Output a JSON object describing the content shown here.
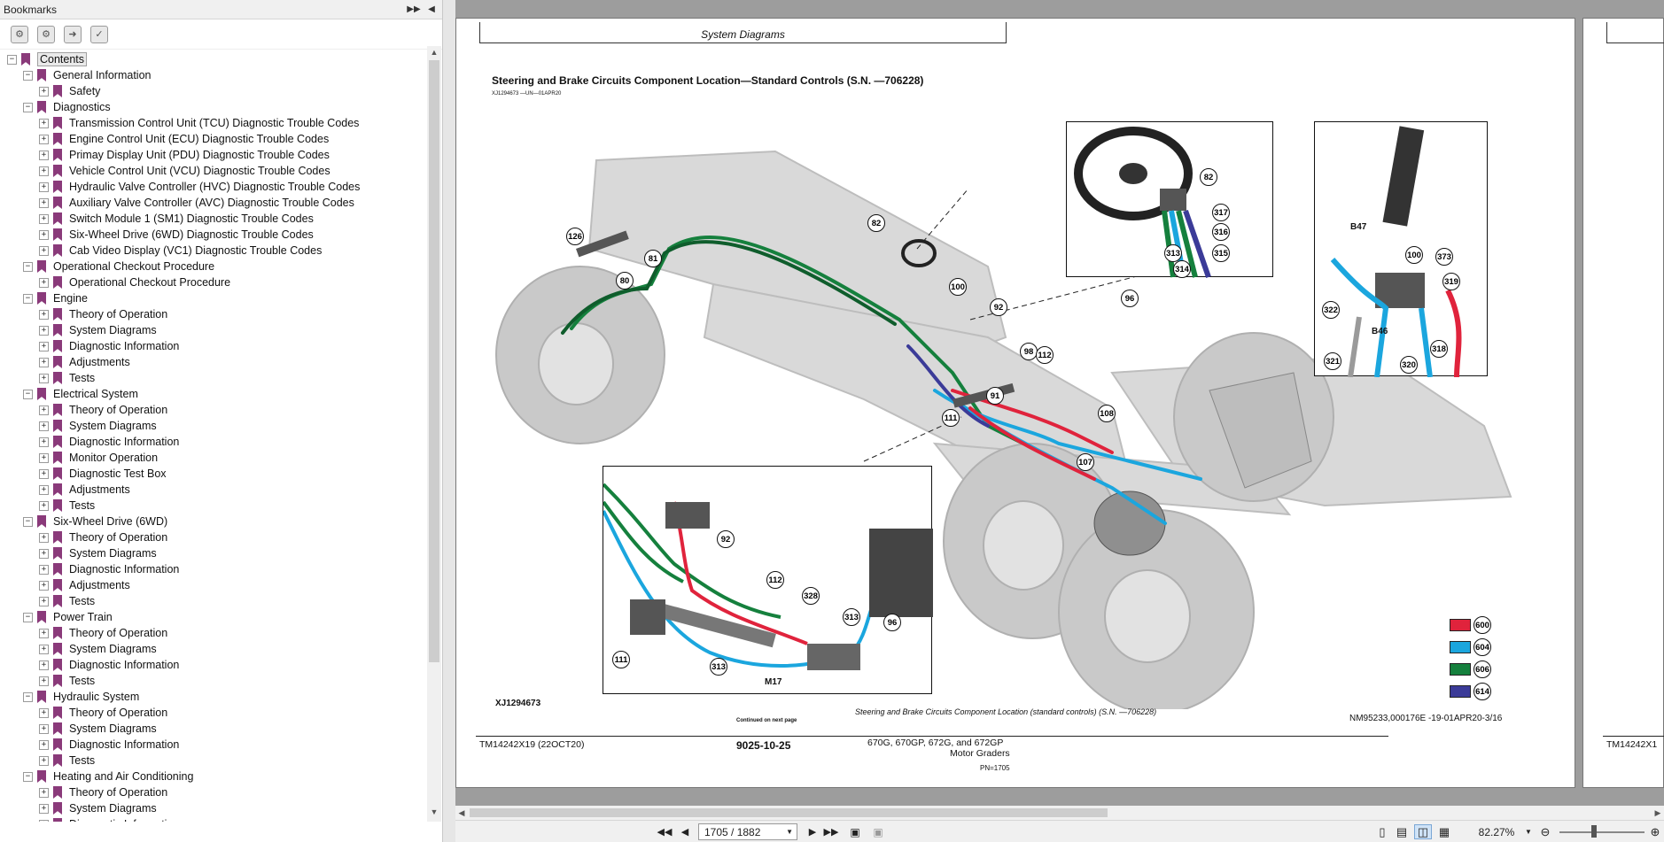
{
  "bookmarks": {
    "title": "Bookmarks",
    "root": "Contents",
    "items": [
      {
        "level": 1,
        "label": "General Information"
      },
      {
        "level": 2,
        "label": "Safety"
      },
      {
        "level": 1,
        "label": "Diagnostics"
      },
      {
        "level": 2,
        "label": "Transmission Control Unit (TCU) Diagnostic Trouble Codes"
      },
      {
        "level": 2,
        "label": "Engine Control Unit (ECU) Diagnostic Trouble Codes"
      },
      {
        "level": 2,
        "label": "Primay Display Unit (PDU) Diagnostic Trouble Codes"
      },
      {
        "level": 2,
        "label": "Vehicle Control Unit (VCU) Diagnostic Trouble Codes"
      },
      {
        "level": 2,
        "label": "Hydraulic Valve Controller (HVC) Diagnostic Trouble Codes"
      },
      {
        "level": 2,
        "label": "Auxiliary Valve Controller (AVC) Diagnostic Trouble Codes"
      },
      {
        "level": 2,
        "label": "Switch Module 1 (SM1) Diagnostic Trouble Codes"
      },
      {
        "level": 2,
        "label": "Six-Wheel Drive (6WD) Diagnostic Trouble Codes"
      },
      {
        "level": 2,
        "label": "Cab Video Display (VC1) Diagnostic Trouble Codes"
      },
      {
        "level": 1,
        "label": "Operational Checkout Procedure"
      },
      {
        "level": 2,
        "label": "Operational Checkout Procedure"
      },
      {
        "level": 1,
        "label": "Engine"
      },
      {
        "level": 2,
        "label": "Theory of Operation"
      },
      {
        "level": 2,
        "label": "System Diagrams"
      },
      {
        "level": 2,
        "label": "Diagnostic Information"
      },
      {
        "level": 2,
        "label": "Adjustments"
      },
      {
        "level": 2,
        "label": "Tests"
      },
      {
        "level": 1,
        "label": "Electrical System"
      },
      {
        "level": 2,
        "label": "Theory of Operation"
      },
      {
        "level": 2,
        "label": "System Diagrams"
      },
      {
        "level": 2,
        "label": "Diagnostic Information"
      },
      {
        "level": 2,
        "label": "Monitor Operation"
      },
      {
        "level": 2,
        "label": "Diagnostic Test Box"
      },
      {
        "level": 2,
        "label": "Adjustments"
      },
      {
        "level": 2,
        "label": "Tests"
      },
      {
        "level": 1,
        "label": "Six-Wheel Drive (6WD)"
      },
      {
        "level": 2,
        "label": "Theory of Operation"
      },
      {
        "level": 2,
        "label": "System Diagrams"
      },
      {
        "level": 2,
        "label": "Diagnostic Information"
      },
      {
        "level": 2,
        "label": "Adjustments"
      },
      {
        "level": 2,
        "label": "Tests"
      },
      {
        "level": 1,
        "label": "Power Train"
      },
      {
        "level": 2,
        "label": "Theory of Operation"
      },
      {
        "level": 2,
        "label": "System Diagrams"
      },
      {
        "level": 2,
        "label": "Diagnostic Information"
      },
      {
        "level": 2,
        "label": "Tests"
      },
      {
        "level": 1,
        "label": "Hydraulic System"
      },
      {
        "level": 2,
        "label": "Theory of Operation"
      },
      {
        "level": 2,
        "label": "System Diagrams"
      },
      {
        "level": 2,
        "label": "Diagnostic Information"
      },
      {
        "level": 2,
        "label": "Tests"
      },
      {
        "level": 1,
        "label": "Heating and Air Conditioning"
      },
      {
        "level": 2,
        "label": "Theory of Operation"
      },
      {
        "level": 2,
        "label": "System Diagrams"
      },
      {
        "level": 2,
        "label": "Diagnostic Information"
      }
    ]
  },
  "page": {
    "header_box": "System Diagrams",
    "title": "Steering and Brake Circuits Component Location—Standard Controls (S.N. —706228)",
    "ref_small": "XJ1294673 —UN—01APR20",
    "figure_id": "XJ1294673",
    "caption": "Steering and Brake Circuits Component Location (standard controls) (S.N. —706228)",
    "continued": "Continued on next page",
    "doc_ref": "NM95233,000176E -19-01APR20-3/16",
    "footer_left": "TM14242X19 (22OCT20)",
    "footer_center": "9025-10-25",
    "footer_right_1": "670G, 670GP, 672G, and 672GP",
    "footer_right_2": "Motor Graders",
    "footer_right_3": "PN=1705",
    "next_page_footer": "TM14242X1"
  },
  "diagram": {
    "callouts": [
      "126",
      "81",
      "80",
      "82",
      "100",
      "92",
      "98",
      "112",
      "96",
      "91",
      "111",
      "108",
      "107"
    ],
    "inset_steering": [
      "82",
      "317",
      "316",
      "315",
      "313",
      "314"
    ],
    "inset_brake": [
      "B47",
      "100",
      "373",
      "319",
      "322",
      "B46",
      "318",
      "321",
      "320"
    ],
    "inset_lower": [
      "92",
      "112",
      "328",
      "313",
      "96",
      "111",
      "313",
      "M17"
    ],
    "legend": [
      {
        "code": "600",
        "color": "#e0233c"
      },
      {
        "code": "604",
        "color": "#1ba6de"
      },
      {
        "code": "606",
        "color": "#15803d"
      },
      {
        "code": "614",
        "color": "#3b3b98"
      }
    ]
  },
  "statusbar": {
    "page_indicator": "1705 / 1882",
    "zoom": "82.27%"
  }
}
